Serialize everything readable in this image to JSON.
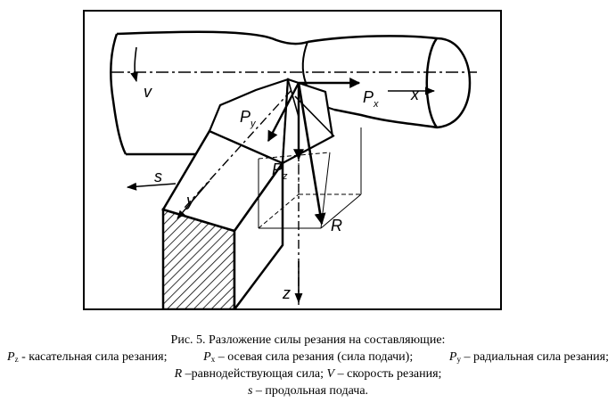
{
  "figure": {
    "labels": {
      "v": "v",
      "s": "s",
      "y": "y",
      "x": "x",
      "z": "z",
      "r": "R",
      "p": "P",
      "px_sub": "x",
      "py_sub": "y",
      "pz_sub": "z"
    }
  },
  "caption": {
    "line1": "Рис. 5. Разложение  силы резания на составляющие:",
    "pz_symbol": "P",
    "pz_sub": "z",
    "pz_text": " - касательная сила резания;",
    "px_symbol": "P",
    "px_sub": "x",
    "px_text": " – осевая сила резания (сила подачи);",
    "py_symbol": "P",
    "py_sub": "y",
    "py_text": " – радиальная сила резания;",
    "r_symbol": "R",
    "r_text": " –равнодействующая  сила; ",
    "v_symbol": "V",
    "v_text": " – скорость резания;",
    "s_symbol": "s",
    "s_text": " – продольная подача."
  },
  "colors": {
    "ink": "#000000",
    "background": "#ffffff"
  }
}
